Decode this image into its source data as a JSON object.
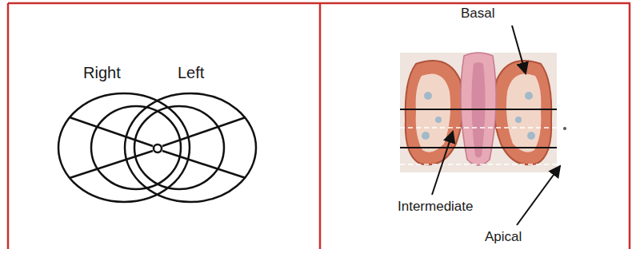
{
  "diagram": {
    "labels": [
      "Right",
      "Left",
      "Basal",
      "Intermediate",
      "Apical"
    ]
  }
}
